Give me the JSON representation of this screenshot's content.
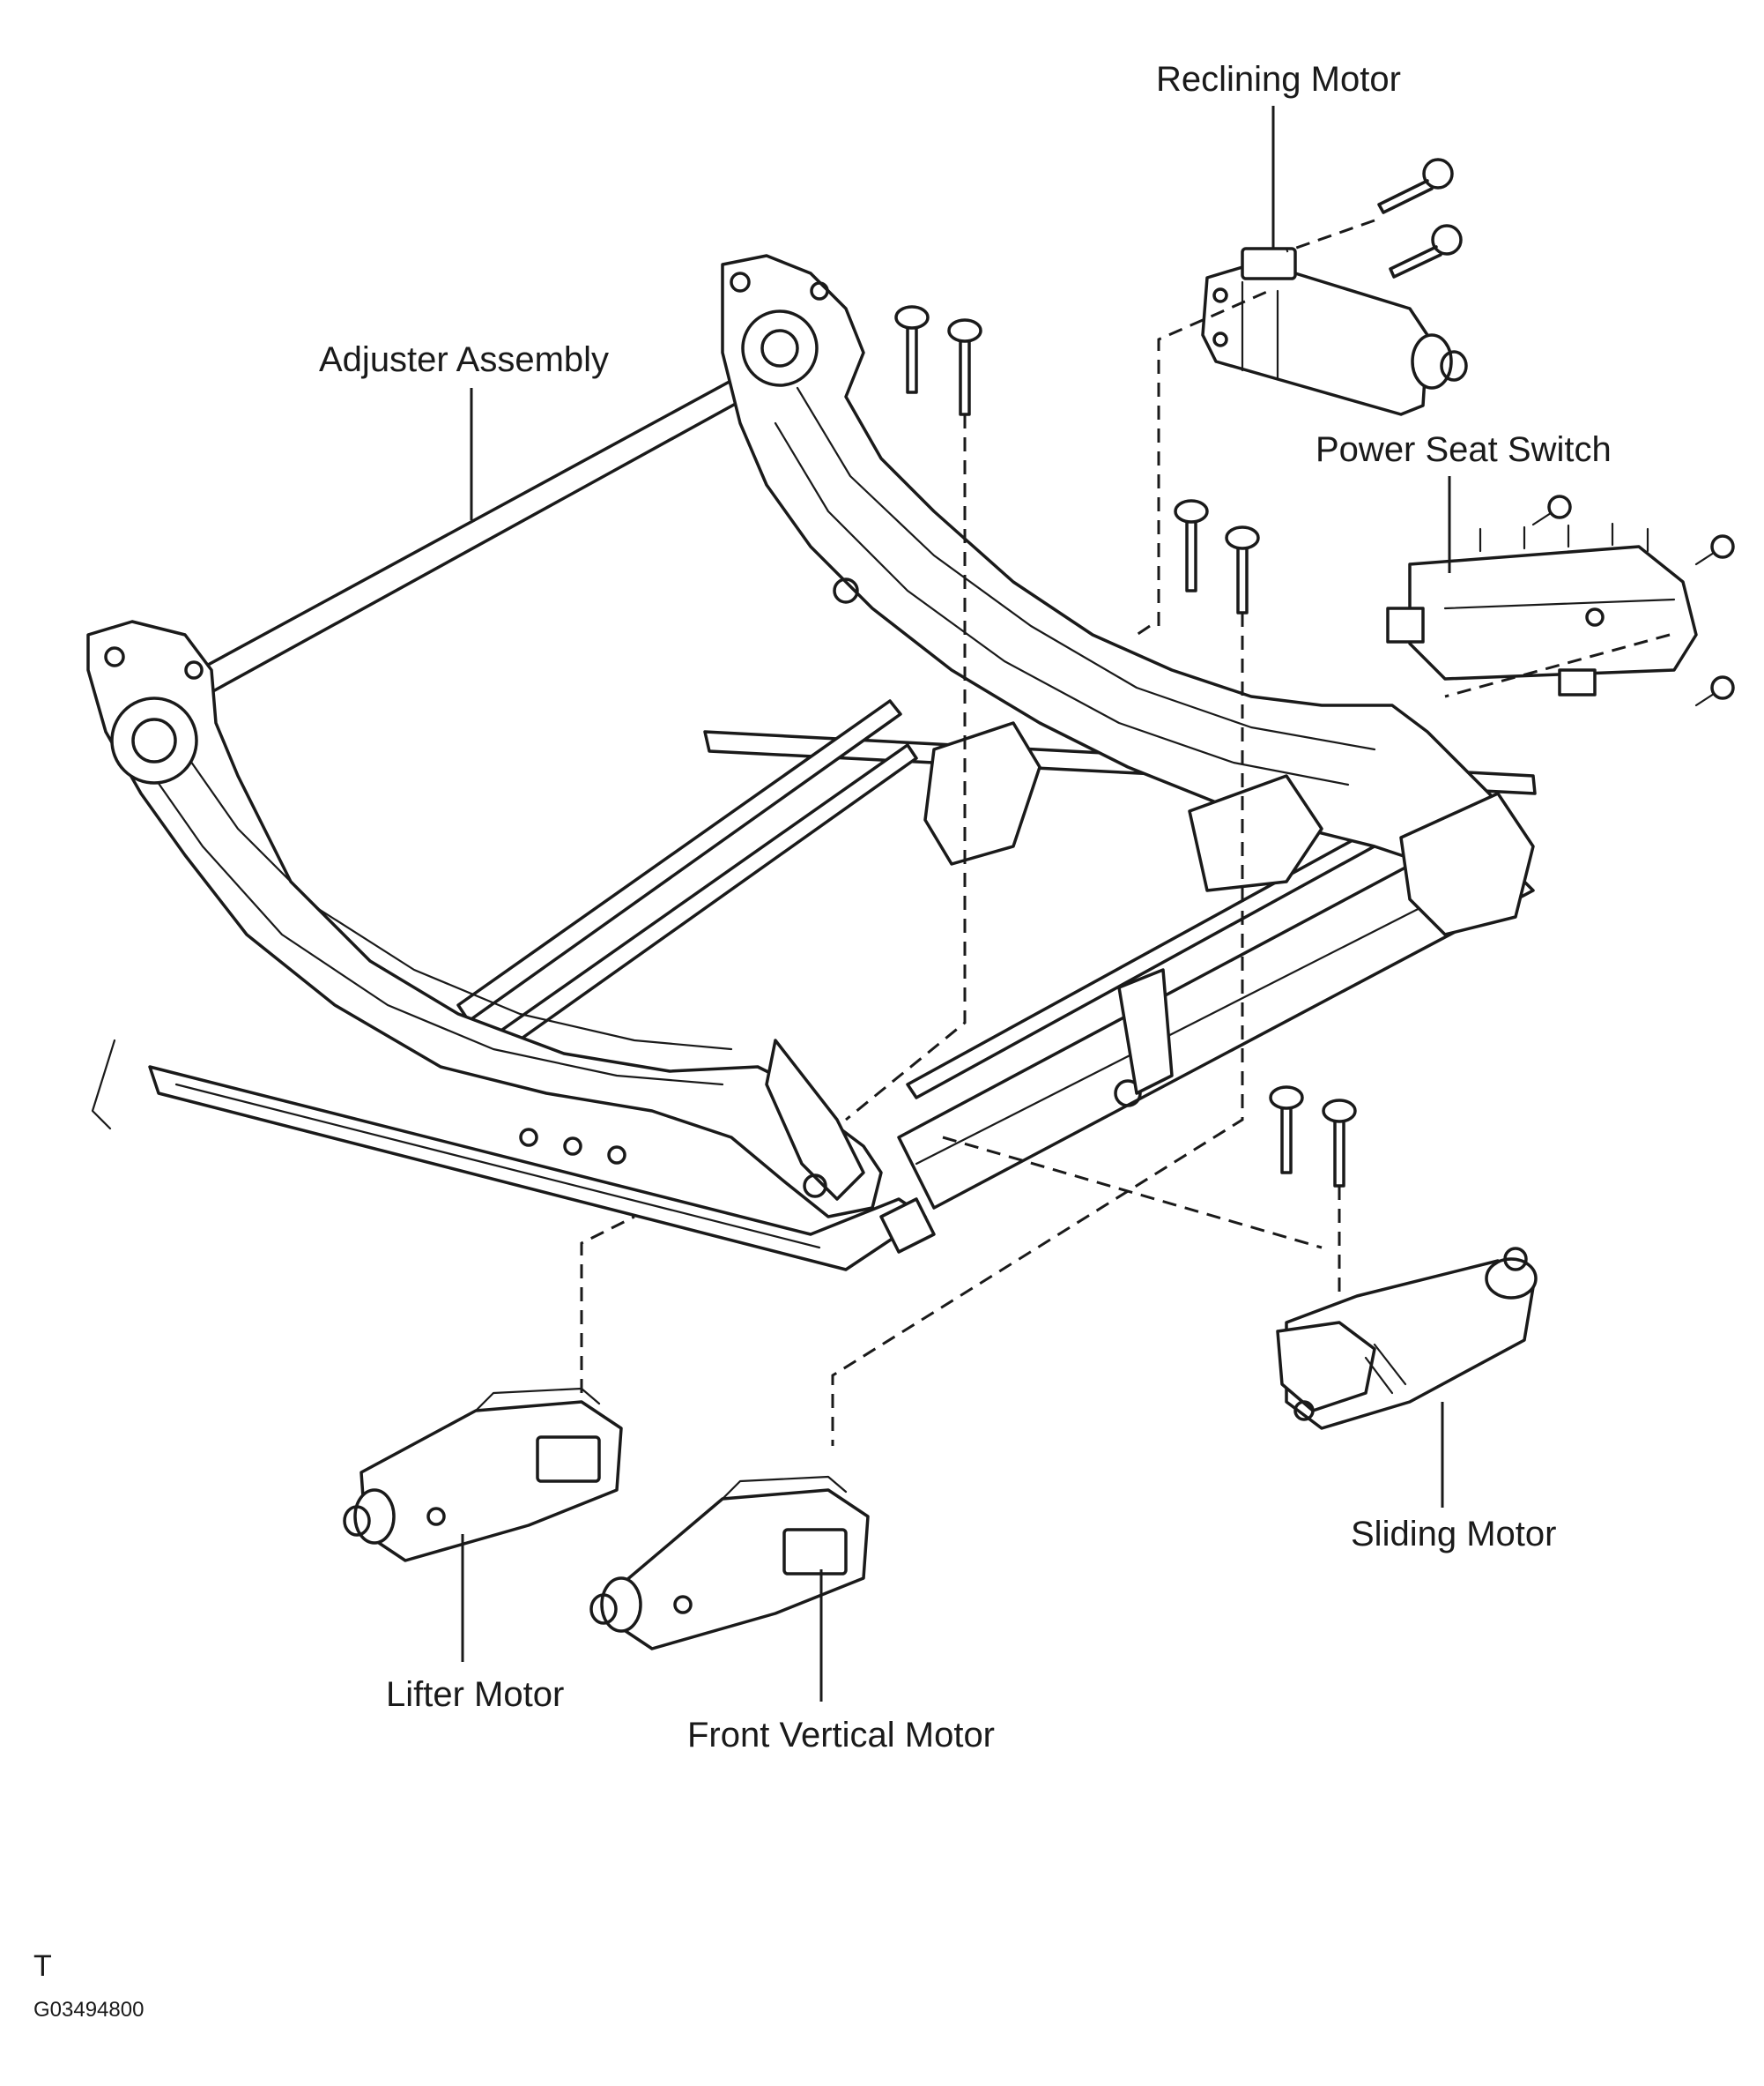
{
  "labels": {
    "reclining_motor": "Reclining Motor",
    "adjuster_assembly": "Adjuster Assembly",
    "power_seat_switch": "Power Seat Switch",
    "sliding_motor": "Sliding Motor",
    "lifter_motor": "Lifter Motor",
    "front_vertical_motor": "Front Vertical Motor"
  },
  "footer": {
    "letter": "T",
    "figure_code": "G03494800"
  }
}
